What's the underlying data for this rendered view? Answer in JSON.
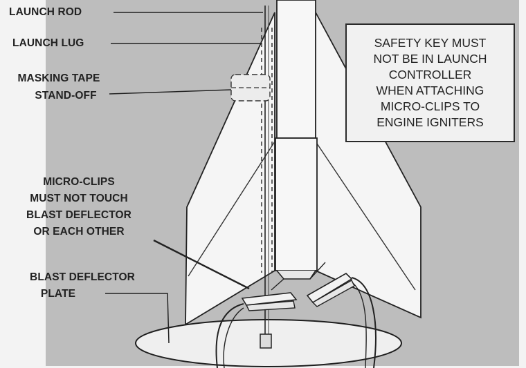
{
  "labels": {
    "launch_rod": "LAUNCH ROD",
    "launch_lug": "LAUNCH LUG",
    "masking_tape": [
      "MASKING TAPE",
      "STAND-OFF"
    ],
    "micro_clips": [
      "MICRO-CLIPS",
      "MUST NOT TOUCH",
      "BLAST DEFLECTOR",
      "OR EACH OTHER"
    ],
    "blast_deflector": [
      "BLAST DEFLECTOR",
      "PLATE"
    ]
  },
  "safety_note": [
    "SAFETY KEY MUST",
    "NOT BE IN LAUNCH",
    "CONTROLLER",
    "WHEN ATTACHING",
    "MICRO-CLIPS TO",
    "ENGINE IGNITERS"
  ]
}
